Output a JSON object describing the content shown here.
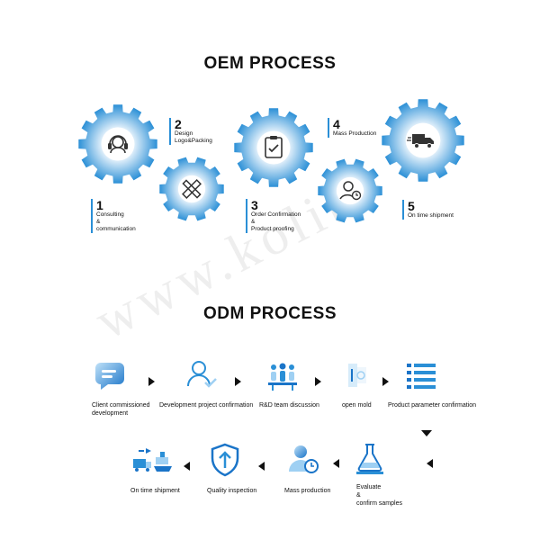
{
  "watermark": "www.kolit",
  "oem": {
    "title": "OEM PROCESS",
    "steps": [
      {
        "num": "1",
        "label": "Consulting\n&\ncommunication",
        "icon": "headset-icon"
      },
      {
        "num": "2",
        "label": "Design\nLogo&Packing",
        "icon": "ruler-pencil-icon"
      },
      {
        "num": "3",
        "label": "Order Confirmation\n&\nProduct proofing",
        "icon": "clipboard-check-icon"
      },
      {
        "num": "4",
        "label": "Mass Production",
        "icon": "user-clock-icon"
      },
      {
        "num": "5",
        "label": "On time shipment",
        "icon": "delivery-truck-icon"
      }
    ]
  },
  "odm": {
    "title": "ODM PROCESS",
    "steps": [
      {
        "label": "Client commissioned\ndevelopment",
        "icon": "chat-card-icon"
      },
      {
        "label": "Development project confirmation",
        "icon": "user-check-icon"
      },
      {
        "label": "R&D team discussion",
        "icon": "team-discussion-icon"
      },
      {
        "label": "open mold",
        "icon": "mold-icon"
      },
      {
        "label": "Product parameter confirmation",
        "icon": "list-icon"
      },
      {
        "label": "Evaluate\n&\nconfirm samples",
        "icon": "flask-icon"
      },
      {
        "label": "Mass production",
        "icon": "user-clock-icon"
      },
      {
        "label": "Quality inspection",
        "icon": "shield-arrow-icon"
      },
      {
        "label": "On time shipment",
        "icon": "shipping-icon"
      }
    ]
  },
  "colors": {
    "gear_outer": "#2a8fd6",
    "gear_inner": "#ffffff",
    "icon_dark": "#333333",
    "accent": "#1e7fd0"
  }
}
